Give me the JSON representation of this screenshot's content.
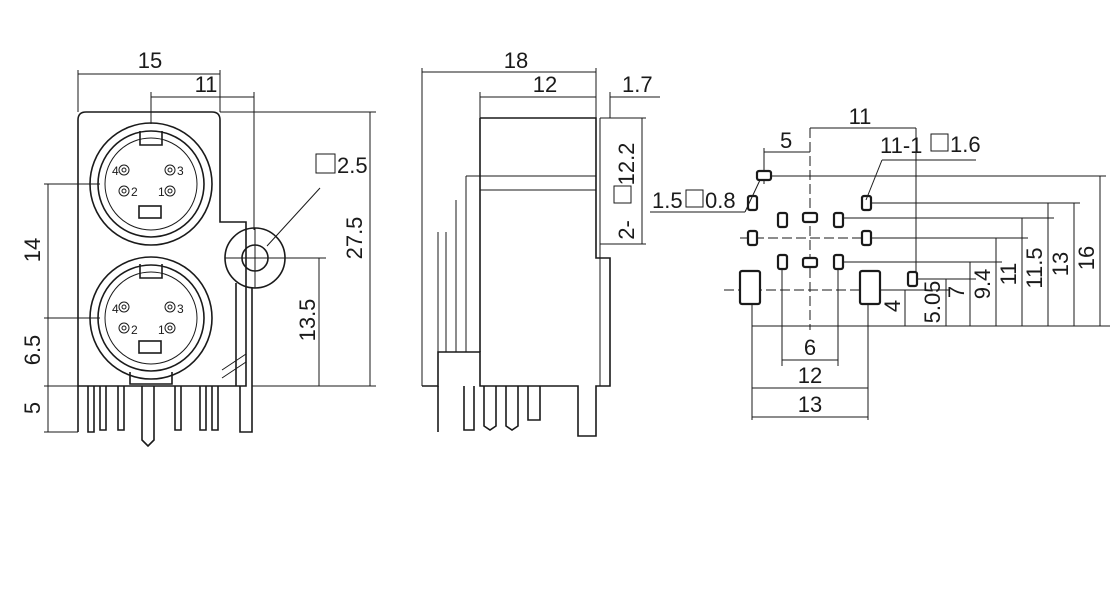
{
  "front_view": {
    "dim_width": "15",
    "dim_inner": "11",
    "dim_hole": "2.5",
    "dim_upper": "14",
    "dim_lower": "6.5",
    "dim_pins": "5",
    "dim_hole_height": "13.5",
    "dim_total_height": "27.5",
    "pins_top": [
      "4",
      "3",
      "2",
      "1"
    ],
    "pins_bottom": [
      "4",
      "3",
      "2",
      "1"
    ]
  },
  "side_view": {
    "dim_depth": "18",
    "dim_body": "12",
    "dim_flange": "1.7",
    "dim_height": "12.2",
    "dim_slot": "2-"
  },
  "footprint": {
    "dim_11": "11",
    "dim_5": "5",
    "label_holes": "11-1",
    "label_holes_size": "1.6",
    "label_slot": "1.5",
    "label_slot_size": "0.8",
    "dim_6": "6",
    "dim_12": "12",
    "dim_13": "13",
    "dim_v_4": "4",
    "dim_v_505": "5.05",
    "dim_v_7": "7",
    "dim_v_94": "9.4",
    "dim_v_11": "11",
    "dim_v_115": "11.5",
    "dim_v_13": "13",
    "dim_v_16": "16"
  }
}
